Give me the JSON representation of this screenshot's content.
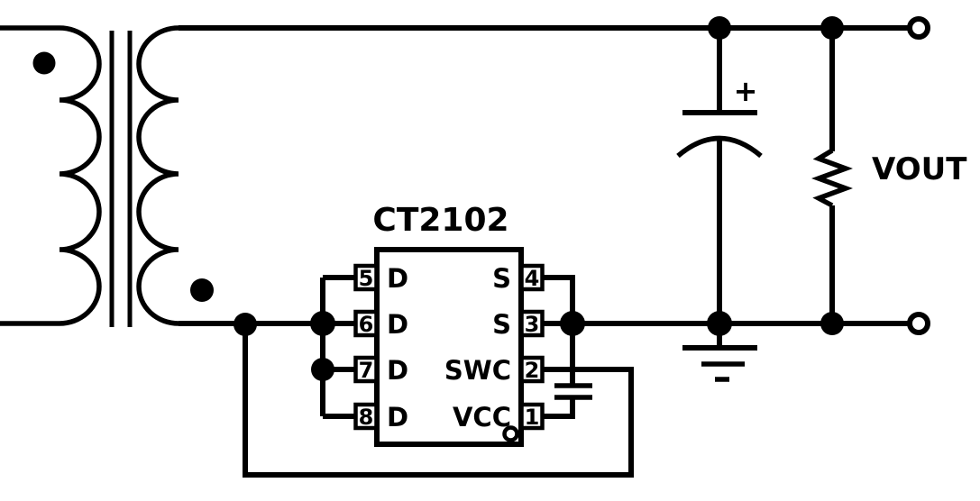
{
  "title": "CT2102",
  "ic": {
    "left_pins": [
      {
        "num": "5",
        "label": "D"
      },
      {
        "num": "6",
        "label": "D"
      },
      {
        "num": "7",
        "label": "D"
      },
      {
        "num": "8",
        "label": "D"
      }
    ],
    "right_pins": [
      {
        "num": "4",
        "label": "S"
      },
      {
        "num": "3",
        "label": "S"
      },
      {
        "num": "2",
        "label": "SWC"
      },
      {
        "num": "1",
        "label": "VCC"
      }
    ]
  },
  "labels": {
    "vout": "VOUT",
    "cap_polarity": "+"
  },
  "colors": {
    "ink": "#000000",
    "background": "#ffffff"
  }
}
